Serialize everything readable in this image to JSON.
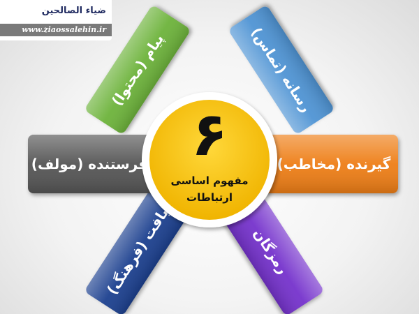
{
  "watermark": {
    "logo_text": "ضیاء الصالحین",
    "url": "www.ziaossalehin.ir"
  },
  "center": {
    "number": "۶",
    "line1": "مفهوم اساسی",
    "line2": "ارتباطات",
    "color": "#f7c511"
  },
  "petals": [
    {
      "id": "message",
      "label": "پیام (محتوا)",
      "color": "#6db33a"
    },
    {
      "id": "media",
      "label": "رسانه (تماس)",
      "color": "#4f94d4"
    },
    {
      "id": "receiver",
      "label": "گیرنده (مخاطب)",
      "color": "#ee7e16"
    },
    {
      "id": "code",
      "label": "رمزگان",
      "color": "#7530cc"
    },
    {
      "id": "context",
      "label": "بافت (فرهنگ)",
      "color": "#1f3f8f"
    },
    {
      "id": "sender",
      "label": "فرستنده (مولف)",
      "color": "#555555"
    }
  ]
}
